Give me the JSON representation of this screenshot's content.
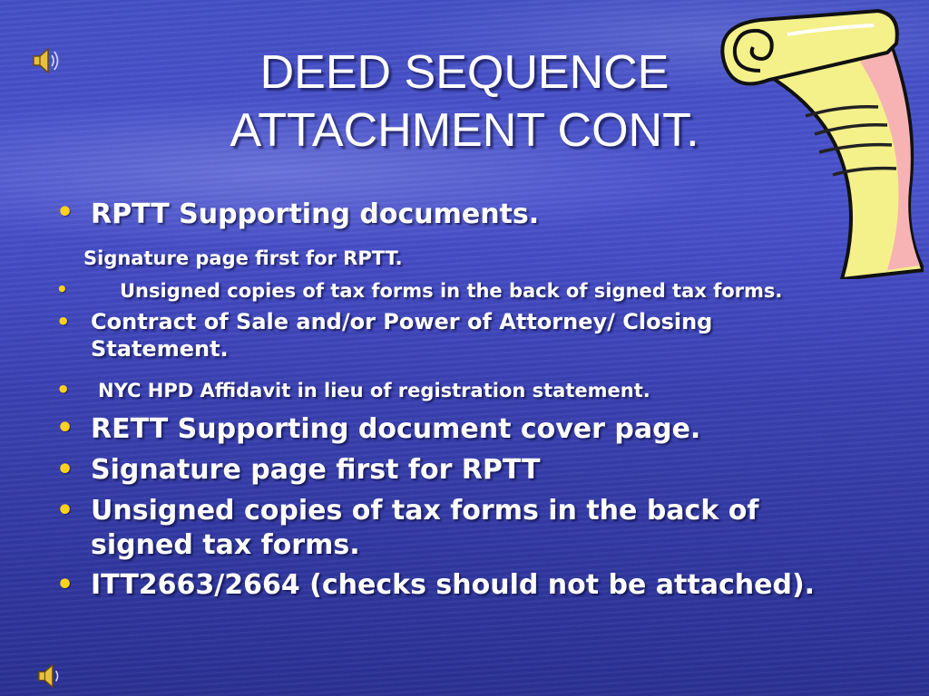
{
  "slide": {
    "title_line1": "DEED SEQUENCE",
    "title_line2": "ATTACHMENT CONT.",
    "bullet_glyph": "•",
    "items": [
      "RPTT Supporting documents.",
      "Signature page first for RPTT.",
      "Unsigned copies of tax forms in the back of signed tax forms.",
      "Contract of Sale and/or Power of Attorney/ Closing",
      "Statement.",
      "NYC HPD Affidavit in lieu of registration statement.",
      "RETT Supporting document cover page.",
      "Signature page first for RPTT",
      "Unsigned copies of tax forms in the back of",
      "signed tax forms.",
      "ITT2663/2664 (checks should not be attached)."
    ]
  },
  "icons": {
    "top_speaker": "speaker-icon",
    "bottom_speaker": "speaker-icon",
    "scroll": "scroll-clipart"
  },
  "colors": {
    "background": "#4550c4",
    "text": "#ffffff",
    "bullet": "#ffd21a",
    "scroll_paper": "#f4f08a",
    "scroll_accent": "#f7b3b3"
  }
}
